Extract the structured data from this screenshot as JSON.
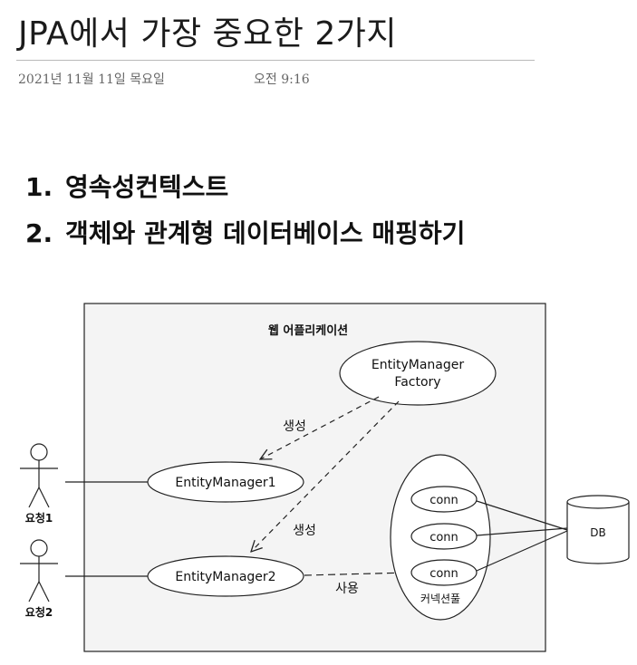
{
  "page": {
    "title": "JPA에서 가장 중요한 2가지",
    "date": "2021년 11월 11일 목요일",
    "time": "오전 9:16"
  },
  "list": [
    {
      "num": "1.",
      "text": "영속성컨텍스트"
    },
    {
      "num": "2.",
      "text": "객체와 관계형 데이터베이스 매핑하기"
    }
  ],
  "diagram": {
    "container_label": "웹 어플리케이션",
    "factory_line1": "EntityManager",
    "factory_line2": "Factory",
    "em1": "EntityManager1",
    "em2": "EntityManager2",
    "actor1": "요청1",
    "actor2": "요청2",
    "create1": "생성",
    "create2": "생성",
    "use": "사용",
    "conns": [
      "conn",
      "conn",
      "conn"
    ],
    "pool_label": "커넥션풀",
    "db": "DB"
  }
}
